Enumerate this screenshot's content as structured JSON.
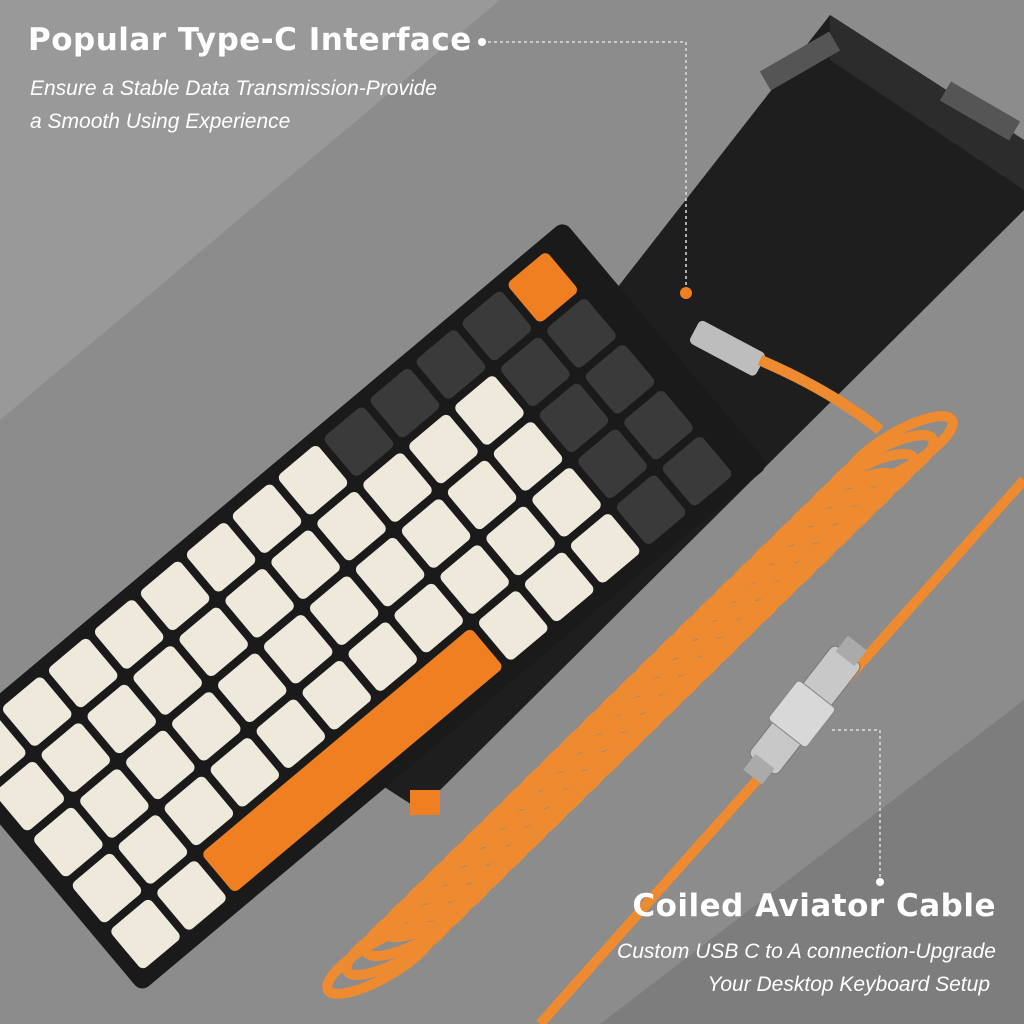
{
  "top_callout": {
    "title": "Popular Type-C Interface",
    "subtitle_line1": "Ensure a Stable Data Transmission-Provide",
    "subtitle_line2": "a Smooth Using Experience"
  },
  "bottom_callout": {
    "title": "Coiled Aviator Cable",
    "subtitle_line1": "Custom USB C to A connection-Upgrade",
    "subtitle_line2": "Your Desktop Keyboard Setup"
  },
  "colors": {
    "background": "#8a8a8a",
    "keyboard_case": "#1c1c1c",
    "keycap_cream": "#efe9dc",
    "keycap_dark": "#3a3a3a",
    "accent_orange": "#f07f22",
    "cable_orange": "#ee8a30",
    "connector_silver": "#c8c8c8"
  }
}
